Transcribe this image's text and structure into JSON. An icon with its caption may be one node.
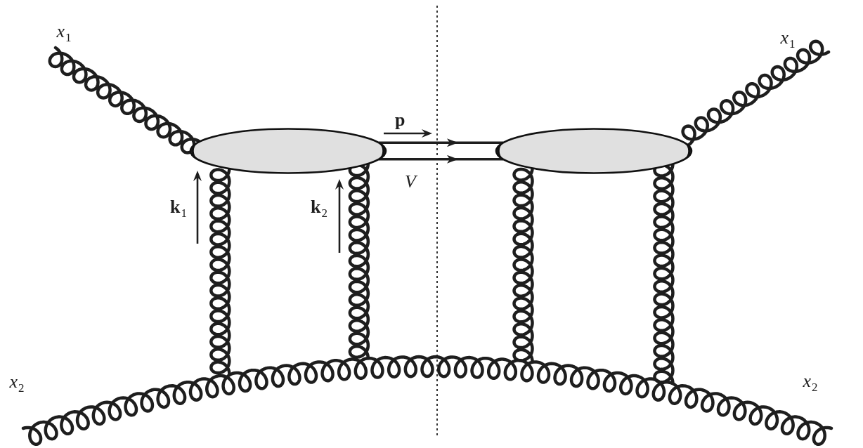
{
  "diagram": {
    "nodes": [
      {
        "text": [
          "*x*$_{1}$"
        ]
      },
      {
        "text": [
          "*x*$_{1}$"
        ]
      },
      {
        "text": [],
        "shape": "ellipse"
      },
      {
        "text": [],
        "shape": "ellipse"
      },
      {
        "text": [
          "*x*$_{2}$"
        ]
      },
      {
        "text": [
          "*x*$_{2}$"
        ]
      }
    ],
    "edges": [
      {
        "from": 0,
        "to": 2,
        "arrow": "none"
      },
      {
        "from": 3,
        "to": 1,
        "arrow": "none"
      },
      {
        "from": 2,
        "to": 3,
        "arrow": "to"
      },
      {
        "from": 2,
        "to": 3,
        "arrow": "to"
      },
      {
        "from": 2,
        "to": null,
        "arrow": "none"
      },
      {
        "from": 2,
        "to": null,
        "arrow": "none"
      },
      {
        "from": 3,
        "to": null,
        "arrow": "none"
      },
      {
        "from": 3,
        "to": null,
        "arrow": "none"
      },
      {
        "from": 4,
        "to": 5,
        "arrow": "none"
      }
    ],
    "labels": [
      "p",
      "V",
      "**k**$_{1}$",
      "**k**$_{2}$"
    ]
  }
}
